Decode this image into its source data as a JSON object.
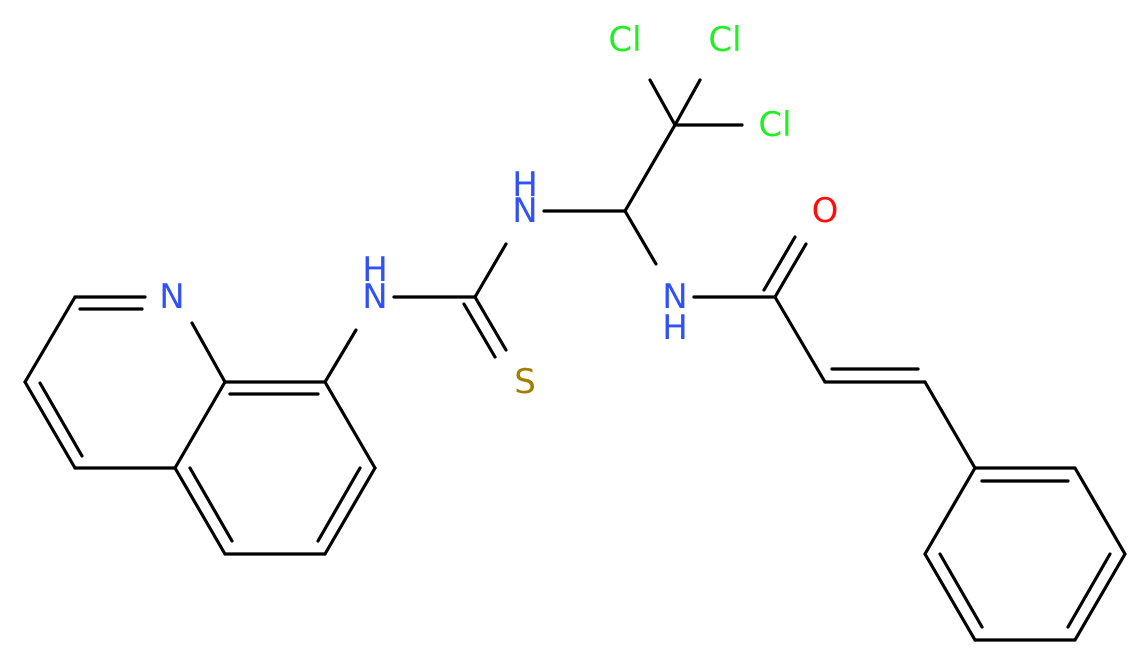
{
  "colors": {
    "bond": "#000000",
    "nitrogen": "#3050F8",
    "oxygen": "#FF0D0D",
    "sulfur": "#A08000",
    "chlorine": "#1FF01F",
    "background": "#FFFFFF"
  },
  "molecule": {
    "atoms": {
      "cl1": "Cl",
      "cl2": "Cl",
      "cl3": "Cl",
      "n_thiourea_upper": "N",
      "h_thiourea_upper": "H",
      "n_thiourea_lower": "N",
      "h_thiourea_lower": "H",
      "n_quinoline": "N",
      "sulfur": "S",
      "oxygen": "O",
      "n_amide": "N",
      "h_amide": "H"
    }
  }
}
